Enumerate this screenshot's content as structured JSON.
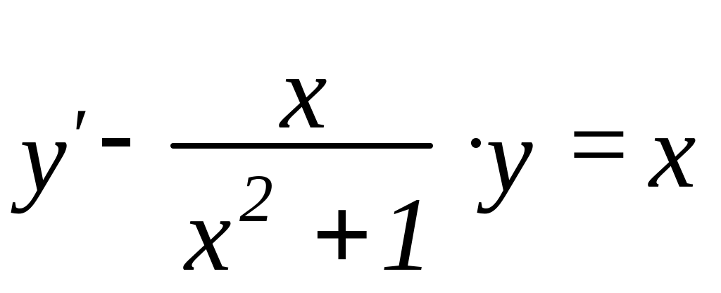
{
  "equation": {
    "lhs_var": "y",
    "prime": "′",
    "frac_num": "x",
    "frac_den_base": "x",
    "frac_den_exp": "2",
    "frac_den_plus": "+",
    "frac_den_const": "1",
    "rhs_var": "y",
    "equals": "=",
    "result": "x"
  }
}
